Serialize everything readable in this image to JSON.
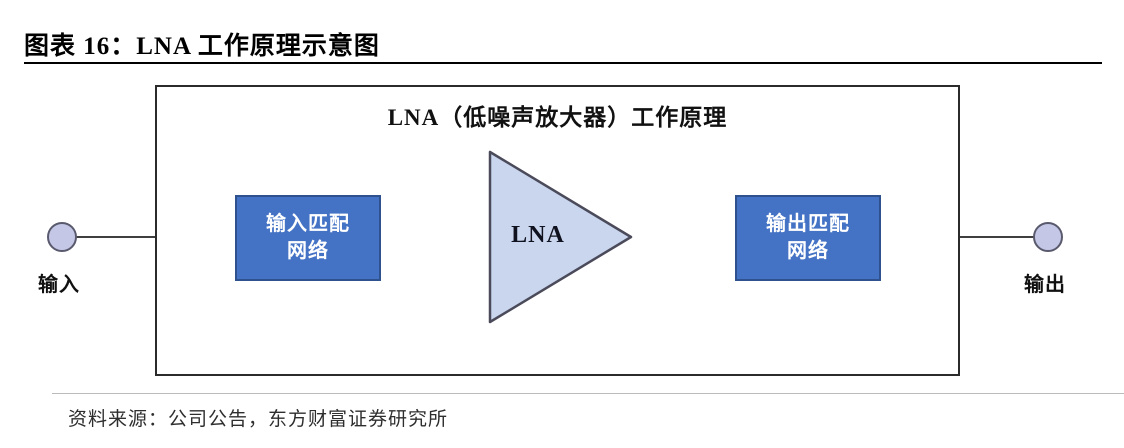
{
  "page": {
    "title": "图表 16：LNA 工作原理示意图",
    "source": "资料来源：公司公告，东方财富证券研究所"
  },
  "diagram": {
    "title": "LNA（低噪声放大器）工作原理",
    "input_port_label": "输入",
    "output_port_label": "输出",
    "input_match": {
      "line1": "输入匹配",
      "line2": "网络"
    },
    "output_match": {
      "line1": "输出匹配",
      "line2": "网络"
    },
    "amplifier_label": "LNA",
    "colors": {
      "box_fill": "#4472c4",
      "box_border": "#2f528f",
      "triangle_fill": "#c9d6ee",
      "triangle_border": "#4a4a5a",
      "port_fill": "#c4c8e6",
      "line": "#3f3f3f"
    }
  }
}
